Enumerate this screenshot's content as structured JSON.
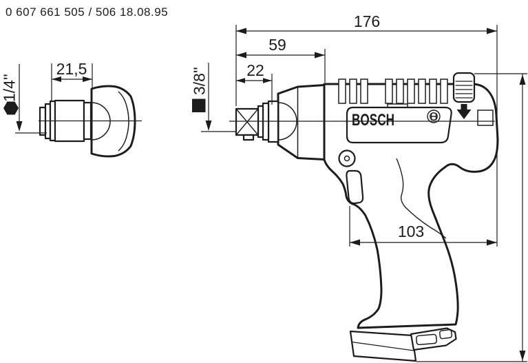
{
  "document": {
    "title": "0 607 661 505 / 506   18.08.95"
  },
  "colors": {
    "line": "#1c1c1c",
    "background": "#ffffff"
  },
  "bit_holder_view": {
    "length_dim_label": "21,5",
    "drive_size_label": "1/4''",
    "drive_symbol_icon": "hexagon-icon"
  },
  "tool_view": {
    "brand_label": "BOSCH",
    "overall_length_label": "176",
    "front_length_label": "59",
    "spindle_length_label": "22",
    "grip_depth_label": "103",
    "drive_size_label": "3/8''",
    "drive_symbol_icon": "square-icon"
  }
}
